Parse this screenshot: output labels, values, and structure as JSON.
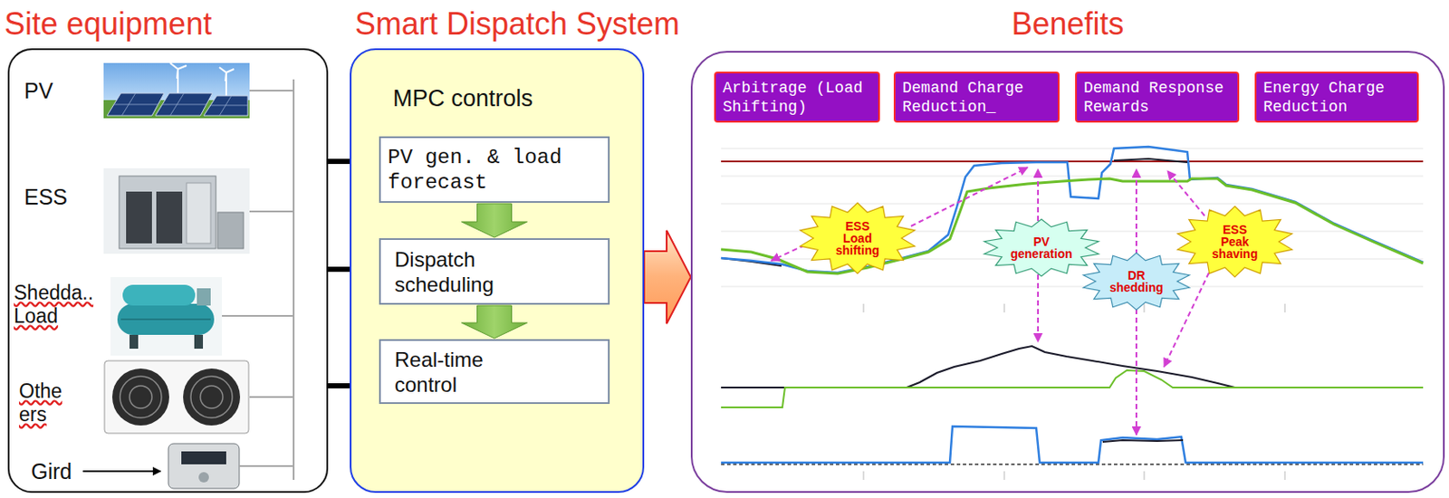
{
  "diagram": {
    "nodes": [
      {
        "text": [
          "Site equipment",
          "PV",
          "ESS",
          "Shedda.. Load",
          "Othe ers",
          "Gird"
        ]
      },
      {
        "text": [
          "Smart Dispatch System",
          "MPC controls"
        ]
      },
      {
        "text": [
          "PV gen. & load forecast"
        ],
        "in": 1
      },
      {
        "text": [
          "Dispatch scheduling"
        ],
        "in": 1
      },
      {
        "text": [
          "Real-time control"
        ],
        "in": 1
      },
      {
        "text": [
          "Benefits"
        ]
      },
      {
        "text": [
          "Arbitrage (Load Shifting)"
        ],
        "in": 5
      },
      {
        "text": [
          "Demand Charge Reduction_"
        ],
        "in": 5
      },
      {
        "text": [
          "Demand Response Rewards"
        ],
        "in": 5
      },
      {
        "text": [
          "Energy Charge Reduction"
        ],
        "in": 5
      },
      {
        "text": [
          "ESS Load shifting"
        ],
        "in": 5
      },
      {
        "text": [
          "PV generation"
        ],
        "in": 5
      },
      {
        "text": [
          "DR shedding"
        ],
        "in": 5
      },
      {
        "text": [
          "ESS Peak shaving"
        ],
        "in": 5
      }
    ],
    "edges": [
      {
        "from": 0,
        "to": 1,
        "arrow": "none"
      },
      {
        "from": 0,
        "to": 1,
        "arrow": "none"
      },
      {
        "from": 0,
        "to": 1,
        "arrow": "none"
      },
      {
        "from": 2,
        "to": 3,
        "arrow": "to"
      },
      {
        "from": 3,
        "to": 4,
        "arrow": "to"
      },
      {
        "from": 1,
        "to": 5,
        "arrow": "to"
      }
    ]
  }
}
